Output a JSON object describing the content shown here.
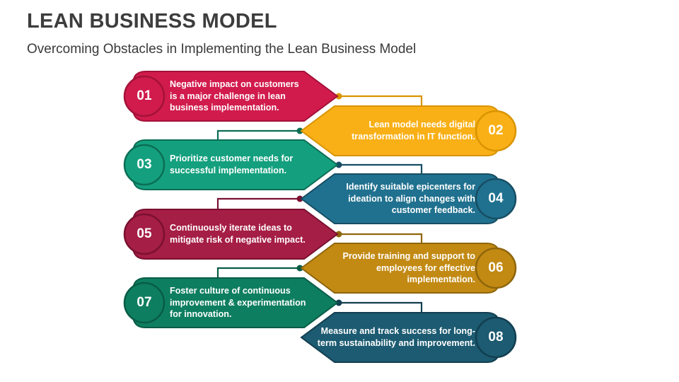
{
  "header": {
    "title": "LEAN BUSINESS MODEL",
    "subtitle": "Overcoming Obstacles in Implementing the Lean Business Model",
    "title_color": "#3d3d3d",
    "subtitle_color": "#3a3a3a"
  },
  "diagram": {
    "background_color": "#ffffff",
    "text_color": "#ffffff",
    "items": [
      {
        "number": "01",
        "side": "left",
        "text": "Negative impact on customers\nis a major challenge in lean\nbusiness implementation.",
        "fill": "#d11b4c",
        "stroke": "#a31239"
      },
      {
        "number": "02",
        "side": "right",
        "text": "Lean model needs digital\ntransformation in IT function.",
        "fill": "#f9b016",
        "stroke": "#d99400"
      },
      {
        "number": "03",
        "side": "left",
        "text": "Prioritize customer needs for\nsuccessful implementation.",
        "fill": "#14a07e",
        "stroke": "#0b6e55"
      },
      {
        "number": "04",
        "side": "right",
        "text": "Identify suitable epicenters for\nideation to align changes with\ncustomer feedback.",
        "fill": "#20718f",
        "stroke": "#174e64"
      },
      {
        "number": "05",
        "side": "left",
        "text": "Continuously iterate ideas to\nmitigate risk of negative impact.",
        "fill": "#a51e45",
        "stroke": "#7a1031"
      },
      {
        "number": "06",
        "side": "right",
        "text": "Provide training and support to\nemployees for effective\nimplementation.",
        "fill": "#c28a13",
        "stroke": "#8f660c"
      },
      {
        "number": "07",
        "side": "left",
        "text": "Foster culture of continuous\nimprovement & experimentation\nfor innovation.",
        "fill": "#0e7e60",
        "stroke": "#085c45"
      },
      {
        "number": "08",
        "side": "right",
        "text": "Measure and track success for long-\nterm sustainability and improvement.",
        "fill": "#1c5b71",
        "stroke": "#123e50"
      }
    ],
    "connectors": [
      {
        "from": 0,
        "to": 1,
        "color": "#d99400"
      },
      {
        "from": 1,
        "to": 2,
        "color": "#0b6e55"
      },
      {
        "from": 2,
        "to": 3,
        "color": "#174e64"
      },
      {
        "from": 3,
        "to": 4,
        "color": "#7a1031"
      },
      {
        "from": 4,
        "to": 5,
        "color": "#8f660c"
      },
      {
        "from": 5,
        "to": 6,
        "color": "#085c45"
      },
      {
        "from": 6,
        "to": 7,
        "color": "#123e50"
      }
    ]
  }
}
